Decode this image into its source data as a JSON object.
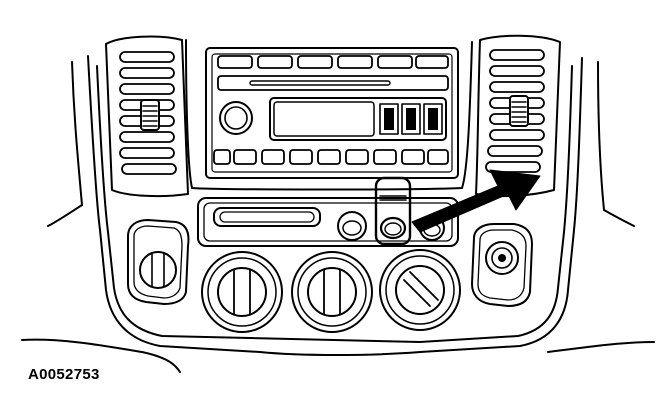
{
  "figure": {
    "id_label": "A0052753",
    "ink_color": "#000000",
    "paper_color": "#ffffff",
    "components": [
      "left-air-vent",
      "right-air-vent",
      "radio-unit",
      "cd-slot",
      "radio-display",
      "volume-knob",
      "preset-buttons",
      "control-panel-strip",
      "hazard-button",
      "rotary-knob-fan",
      "rotary-knob-mode",
      "rotary-knob-temp",
      "left-small-knob",
      "right-small-knob",
      "pointer-arrow"
    ]
  }
}
